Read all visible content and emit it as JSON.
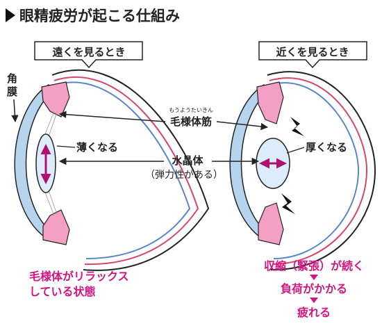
{
  "title": "眼精疲労が起こる仕組み",
  "left_panel": {
    "label": "遠くを見るとき",
    "lens_state": "薄くなる"
  },
  "right_panel": {
    "label": "近くを見るとき",
    "lens_state": "厚くなる"
  },
  "labels": {
    "cornea": [
      "角",
      "膜"
    ],
    "ciliary_ruby": "もうようたいきん",
    "ciliary": "毛様体筋",
    "lens": "水晶体",
    "lens_note": "（弾力性がある）"
  },
  "left_caption": [
    "毛様体がリラックス",
    "している状態"
  ],
  "right_caption": [
    "収縮（緊張）が続く",
    "負荷がかかる",
    "疲れる"
  ],
  "colors": {
    "muscle": "#f4a0c4",
    "accent": "#d4147f",
    "cornea": "#b6d4ee",
    "lens": "#dcecfa",
    "vessel_red": "#d8456a",
    "vessel_blue": "#5a86c9"
  },
  "icons": [
    "play-triangle-icon",
    "lightning-icon"
  ]
}
